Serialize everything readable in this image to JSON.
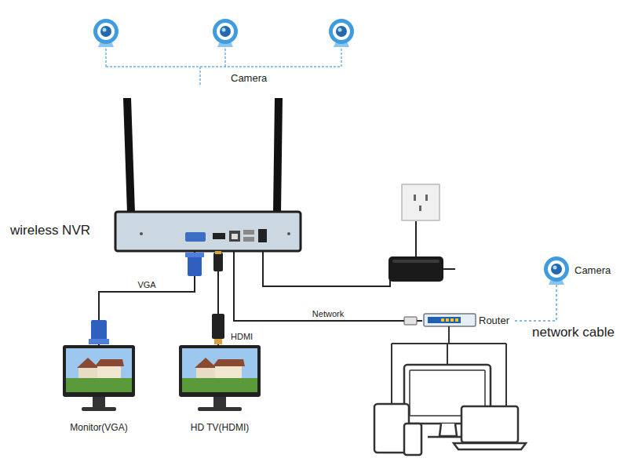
{
  "diagram": {
    "nodes": [
      {
        "text": [
          "wireless NVR"
        ]
      },
      {
        "text": [
          "Monitor(VGA)"
        ]
      },
      {
        "text": [
          "HD TV(HDMI)"
        ]
      },
      {
        "text": [
          "Router"
        ]
      },
      {
        "text": [
          "Camera"
        ]
      }
    ],
    "edges": [
      {
        "from": 0,
        "to": 1,
        "arrow": "none",
        "label": "VGA"
      },
      {
        "from": 0,
        "to": 2,
        "arrow": "none",
        "label": "HDMI"
      },
      {
        "from": 0,
        "to": 3,
        "arrow": "none",
        "label": "Network"
      },
      {
        "from": 3,
        "to": 4,
        "arrow": "none",
        "label": "network cable"
      }
    ],
    "labels": [
      "Camera"
    ]
  }
}
